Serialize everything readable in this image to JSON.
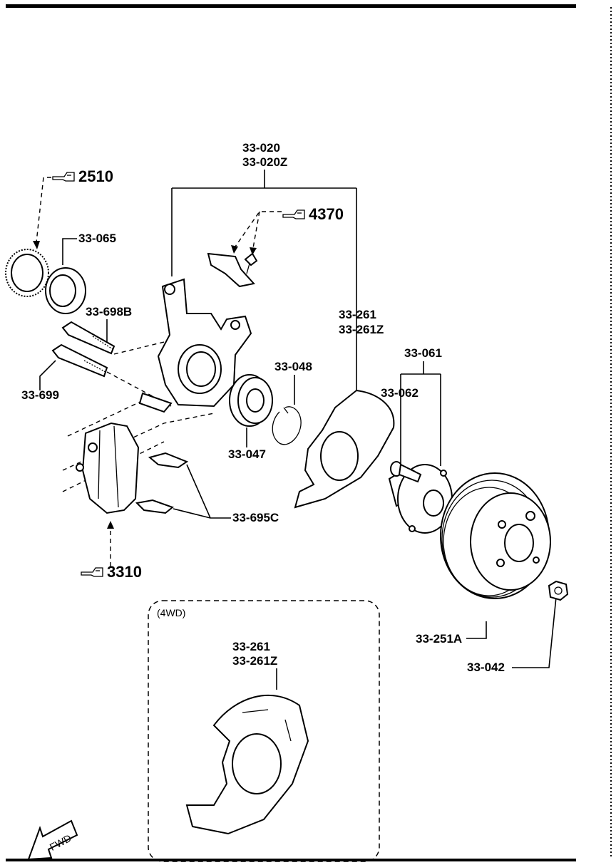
{
  "refs": {
    "r2510": "2510",
    "r4370": "4370",
    "r3310": "3310"
  },
  "labels": {
    "knuckle_1": "33-020",
    "knuckle_2": "33-020Z",
    "seal": "33-065",
    "bolt_698b": "33-698B",
    "bolt_699": "33-699",
    "shield_1": "33-261",
    "shield_2": "33-261Z",
    "snap_ring": "33-048",
    "bearing": "33-047",
    "hub": "33-061",
    "hub_bolt": "33-062",
    "clip": "33-695C",
    "disc": "33-251A",
    "nut": "33-042"
  },
  "inset": {
    "caption": "(4WD)",
    "label_1": "33-261",
    "label_2": "33-261Z"
  },
  "fwd_label": "FWD"
}
